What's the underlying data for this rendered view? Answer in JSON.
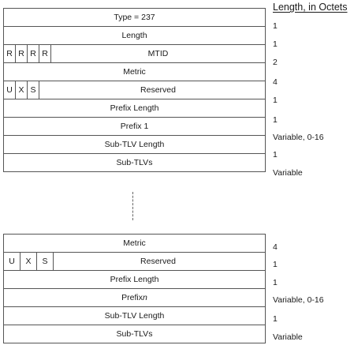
{
  "header": "Length, in Octets",
  "block1": {
    "rows": [
      {
        "label": "Type = 237",
        "length": "1"
      },
      {
        "label": "Length",
        "length": "1"
      },
      {
        "label": "MTID",
        "bits": [
          "R",
          "R",
          "R",
          "R"
        ],
        "length": "2"
      },
      {
        "label": "Metric",
        "length": "4"
      },
      {
        "label": "Reserved",
        "bits": [
          "U",
          "X",
          "S"
        ],
        "length": "1"
      },
      {
        "label": "Prefix Length",
        "length": "1"
      },
      {
        "label": "Prefix 1",
        "length": "Variable, 0-16"
      },
      {
        "label": "Sub-TLV Length",
        "length": "1"
      },
      {
        "label": "Sub-TLVs",
        "length": "Variable"
      }
    ]
  },
  "block2": {
    "rows": [
      {
        "label": "Metric",
        "length": "4"
      },
      {
        "label": "Reserved",
        "bits": [
          "U",
          "X",
          "S"
        ],
        "length": "1"
      },
      {
        "label": "Prefix Length",
        "length": "1"
      },
      {
        "label": "Prefix",
        "label_italic": "n",
        "length": "Variable, 0-16"
      },
      {
        "label": "Sub-TLV Length",
        "length": "1"
      },
      {
        "label": "Sub-TLVs",
        "length": "Variable"
      }
    ]
  }
}
